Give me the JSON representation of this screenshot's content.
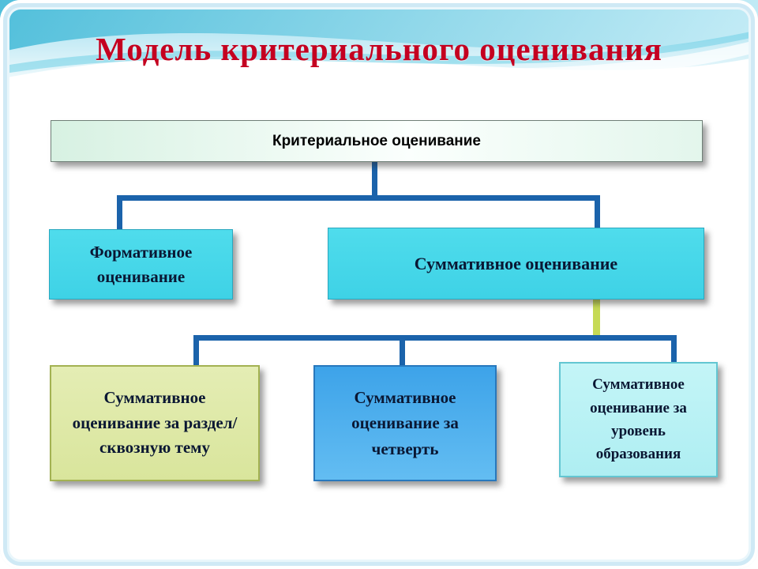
{
  "slide": {
    "title": "Модель критериального оценивания"
  },
  "colors": {
    "title_red": "#c40020",
    "connector_blue": "#1b63ab",
    "connector_green": "#c6da55",
    "cyan_box": "#3ed2e6",
    "olive_box": "#dde8a6",
    "blue_box": "#47abec",
    "pale_cyan_box": "#baf2f5",
    "root_box_green": "#d7f1e2",
    "wave_teal": "#4db9d8"
  },
  "diagram": {
    "root": {
      "label": "Критериальное оценивание"
    },
    "level2": [
      {
        "label": "Формативное оценивание"
      },
      {
        "label": "Суммативное оценивание"
      }
    ],
    "level3": [
      {
        "label": "Суммативное оценивание за раздел/сквозную тему"
      },
      {
        "label": "Суммативное оценивание за четверть"
      },
      {
        "label": "Суммативное оценивание за уровень образования"
      }
    ]
  }
}
